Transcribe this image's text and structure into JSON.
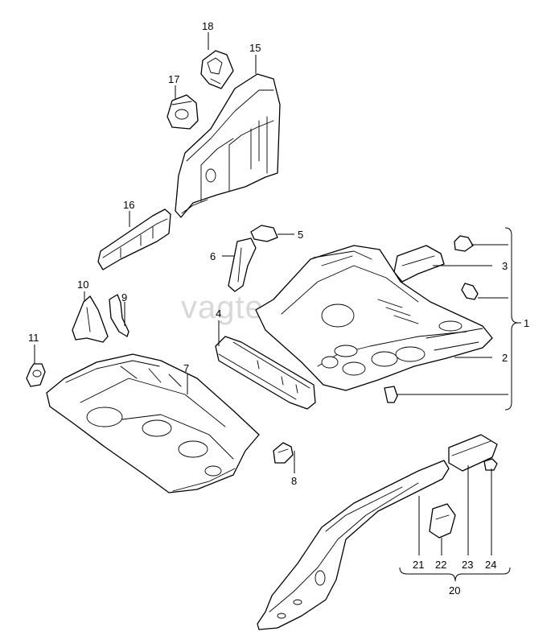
{
  "watermark": "vagtec.ru",
  "callouts": {
    "p1": "1",
    "p2": "2",
    "p3": "3",
    "p4": "4",
    "p5": "5",
    "p6": "6",
    "p7": "7",
    "p8": "8",
    "p9": "9",
    "p10": "10",
    "p11": "11",
    "p15": "15",
    "p16": "16",
    "p17": "17",
    "p18": "18",
    "p20": "20",
    "p21": "21",
    "p22": "22",
    "p23": "23",
    "p24": "24"
  }
}
